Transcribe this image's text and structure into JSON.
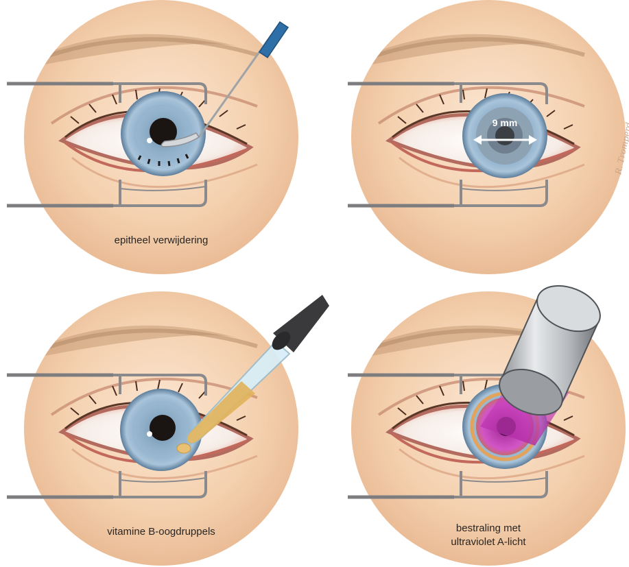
{
  "panels": [
    {
      "id": "panel-1",
      "step": "epithelium-removal",
      "caption_lines": [
        "epitheel verwijdering"
      ],
      "tool_icon": "scalpel-icon"
    },
    {
      "id": "panel-2",
      "step": "measurement",
      "caption_lines": [],
      "measure_label": "9 mm",
      "signature": "R. Tromperd"
    },
    {
      "id": "panel-3",
      "step": "eye-drops",
      "caption_lines": [
        "vitamine B-oogdruppels"
      ],
      "tool_icon": "pipette-icon"
    },
    {
      "id": "panel-4",
      "step": "uv-irradiation",
      "caption_lines": [
        "bestraling met",
        "ultraviolet A-licht"
      ],
      "tool_icon": "uv-lamp-icon"
    }
  ],
  "colors": {
    "skin": "#f2cda9",
    "iris": "#7ea4c4",
    "pupil": "#1a1412",
    "speculum": "#7d7d80",
    "uv_light": "#c03ab4",
    "riboflavin": "#e1b25a"
  }
}
